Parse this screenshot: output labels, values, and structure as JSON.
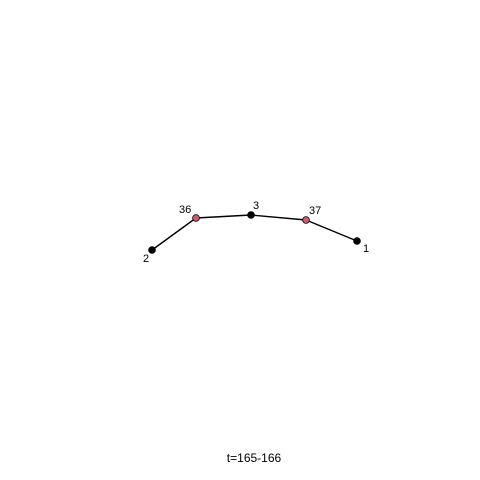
{
  "graph": {
    "caption": "t=165-166",
    "colors": {
      "default_node": "#000000",
      "highlight_node": "#d05a6e",
      "edge": "#000000",
      "node_outline": "#000000"
    },
    "nodes": [
      {
        "id": "n2",
        "label": "2",
        "highlight": false
      },
      {
        "id": "n36",
        "label": "36",
        "highlight": true
      },
      {
        "id": "n3",
        "label": "3",
        "highlight": false
      },
      {
        "id": "n37",
        "label": "37",
        "highlight": true
      },
      {
        "id": "n1",
        "label": "1",
        "highlight": false
      }
    ],
    "edges": [
      {
        "from": "n2",
        "to": "n36"
      },
      {
        "from": "n36",
        "to": "n3"
      },
      {
        "from": "n3",
        "to": "n37"
      },
      {
        "from": "n37",
        "to": "n1"
      }
    ]
  }
}
